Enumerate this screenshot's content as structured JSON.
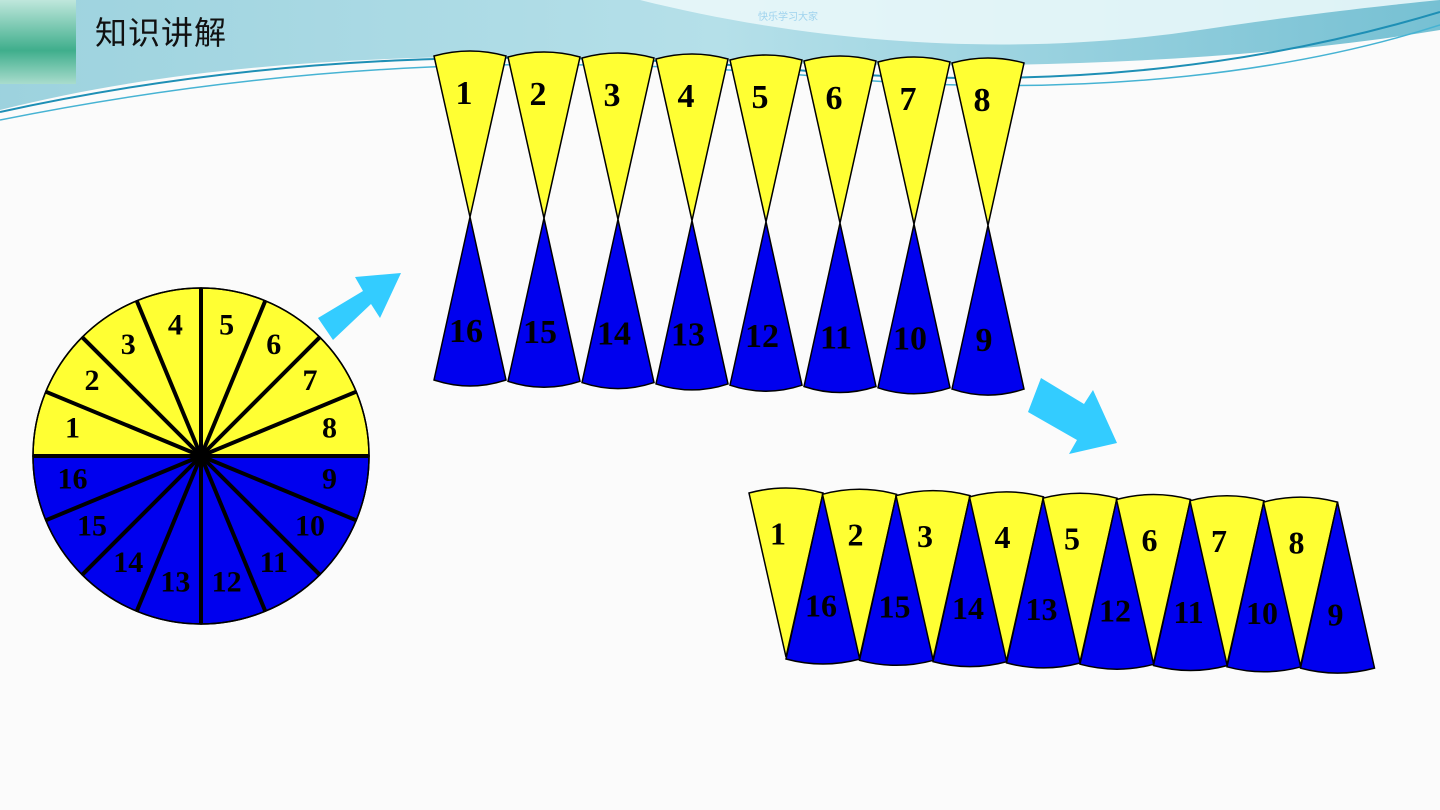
{
  "header": {
    "title": "知识讲解",
    "watermark": "快乐学习大家"
  },
  "colors": {
    "top_half": "#ffff33",
    "bottom_half": "#0000ee",
    "arrow": "#33ccff",
    "outline": "#000000",
    "banner_light": "#c6e8ef",
    "banner_mid": "#7fc6d8"
  },
  "circle": {
    "top_labels": [
      "1",
      "2",
      "3",
      "4",
      "5",
      "6",
      "7",
      "8"
    ],
    "bottom_labels": [
      "16",
      "15",
      "14",
      "13",
      "12",
      "11",
      "10",
      "9"
    ]
  },
  "split_row": {
    "top_labels": [
      "1",
      "2",
      "3",
      "4",
      "5",
      "6",
      "7",
      "8"
    ],
    "bottom_labels": [
      "16",
      "15",
      "14",
      "13",
      "12",
      "11",
      "10",
      "9"
    ]
  },
  "interlocked_row": {
    "up_labels": [
      "1",
      "2",
      "3",
      "4",
      "5",
      "6",
      "7",
      "8"
    ],
    "down_labels": [
      "16",
      "15",
      "14",
      "13",
      "12",
      "11",
      "10",
      "9"
    ]
  },
  "arrows": [
    "arrow-1",
    "arrow-2"
  ]
}
